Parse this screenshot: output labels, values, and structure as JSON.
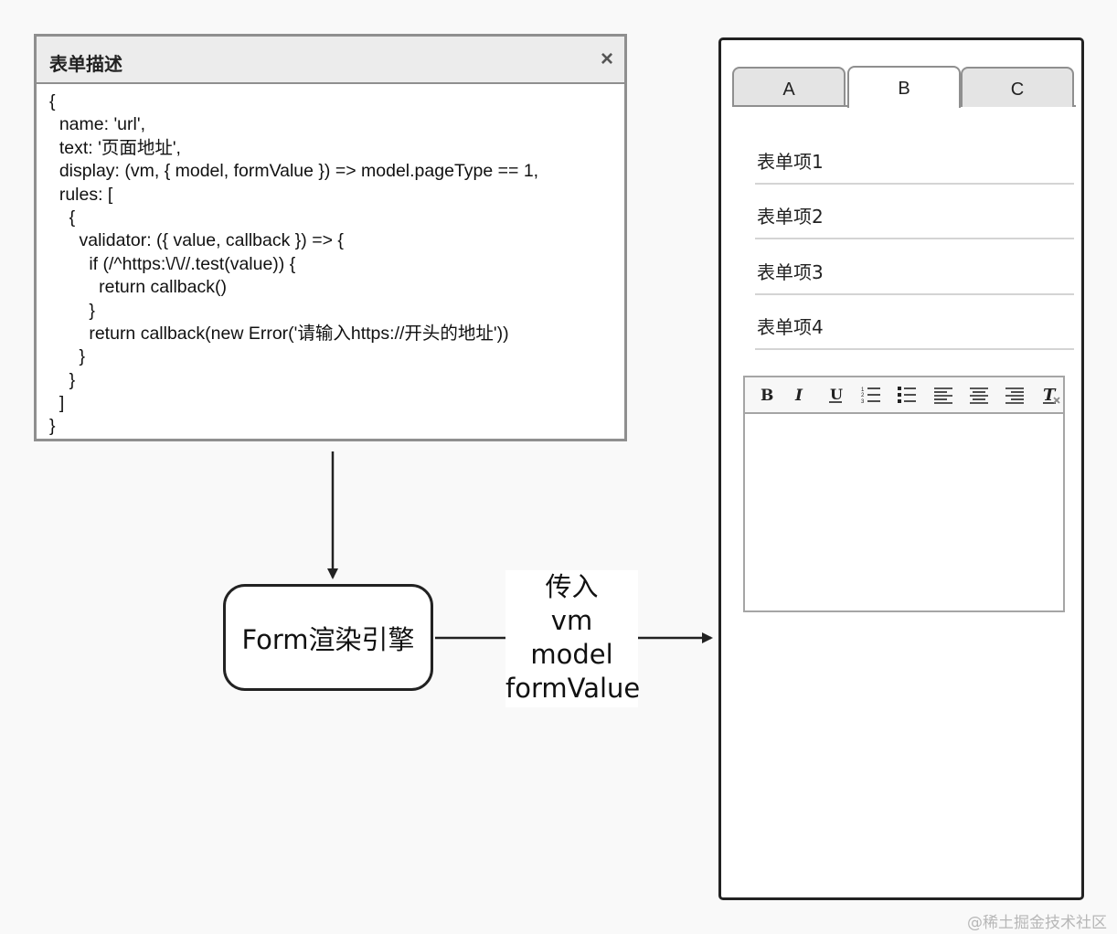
{
  "code_panel": {
    "title": "表单描述",
    "close_label": "×",
    "lines": [
      "{",
      "  name: 'url',",
      "  text: '页面地址',",
      "  display: (vm, { model, formValue }) => model.pageType == 1,",
      "  rules: [",
      "    {",
      "      validator: ({ value, callback }) => {",
      "        if (/^https:\\/\\//.test(value)) {",
      "          return callback()",
      "        }",
      "        return callback(new Error('请输入https://开头的地址'))",
      "      }",
      "    }",
      "  ]",
      "}"
    ]
  },
  "engine": {
    "label": "Form渲染引擎"
  },
  "pass_label": {
    "lines": [
      "传入",
      "vm",
      "model",
      "formValue"
    ]
  },
  "form_panel": {
    "tabs": [
      {
        "label": "A",
        "active": false
      },
      {
        "label": "B",
        "active": true
      },
      {
        "label": "C",
        "active": false
      }
    ],
    "items": [
      "表单项1",
      "表单项2",
      "表单项3",
      "表单项4"
    ],
    "editor_toolbar": [
      "bold-icon",
      "italic-icon",
      "underline-icon",
      "ordered-list-icon",
      "bullet-list-icon",
      "align-left-icon",
      "align-center-icon",
      "align-right-icon",
      "clear-format-icon"
    ]
  },
  "watermark": "@稀土掘金技术社区",
  "colors": {
    "background": "#f9f9f9",
    "panel_border": "#8f8f8f",
    "header_bg": "#ececec",
    "stroke": "#222222",
    "tab_inactive_bg": "#e4e4e4"
  }
}
